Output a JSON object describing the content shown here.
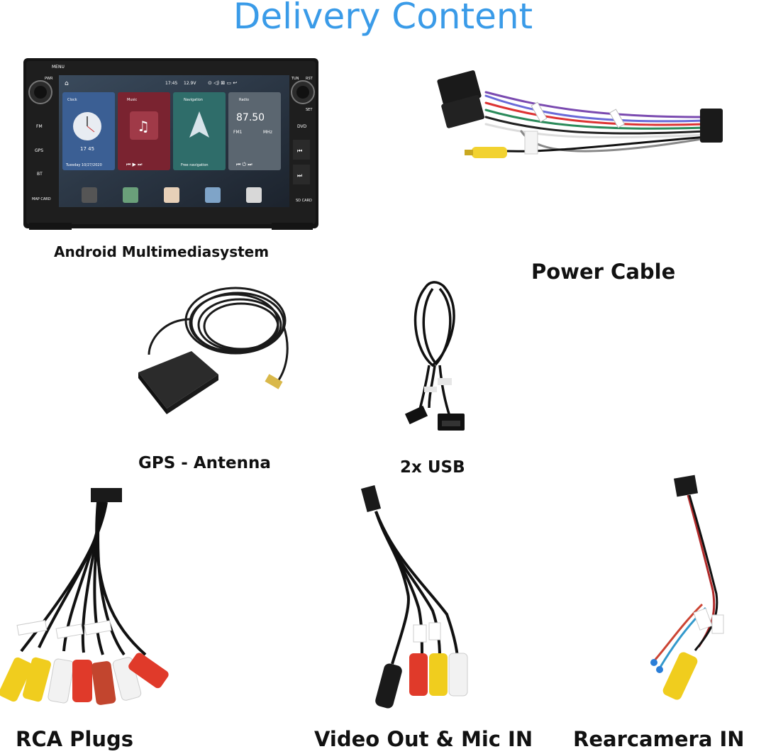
{
  "page": {
    "title": "Delivery Content"
  },
  "items": {
    "headunit": {
      "caption": "Android Multimediasystem"
    },
    "power": {
      "caption": "Power Cable"
    },
    "gps": {
      "caption": "GPS - Antenna"
    },
    "usb": {
      "caption": "2x USB"
    },
    "rca": {
      "caption": "RCA Plugs"
    },
    "video": {
      "caption": "Video Out & Mic IN"
    },
    "rear": {
      "caption": "Rearcamera IN"
    }
  },
  "headunit_screen": {
    "bezel_left": [
      "MENU",
      "PWR",
      "FM",
      "GPS",
      "BT",
      "MAP CARD"
    ],
    "bezel_right": [
      "TUN",
      "RST",
      "SET",
      "DVD",
      "SD CARD"
    ],
    "status_time": "17:45",
    "status_voltage": "12.9V",
    "tiles": {
      "clock": {
        "label": "Clock",
        "time": "17 45",
        "date": "Tuesday  10/27/2020"
      },
      "music": {
        "label": "Music"
      },
      "navigation": {
        "label": "Navigation",
        "footer": "Free navigation"
      },
      "radio": {
        "label": "Radio",
        "freq": "87.50",
        "band": "FM1",
        "unit": "MHz"
      }
    }
  },
  "colors": {
    "title": "#3a9be8"
  }
}
